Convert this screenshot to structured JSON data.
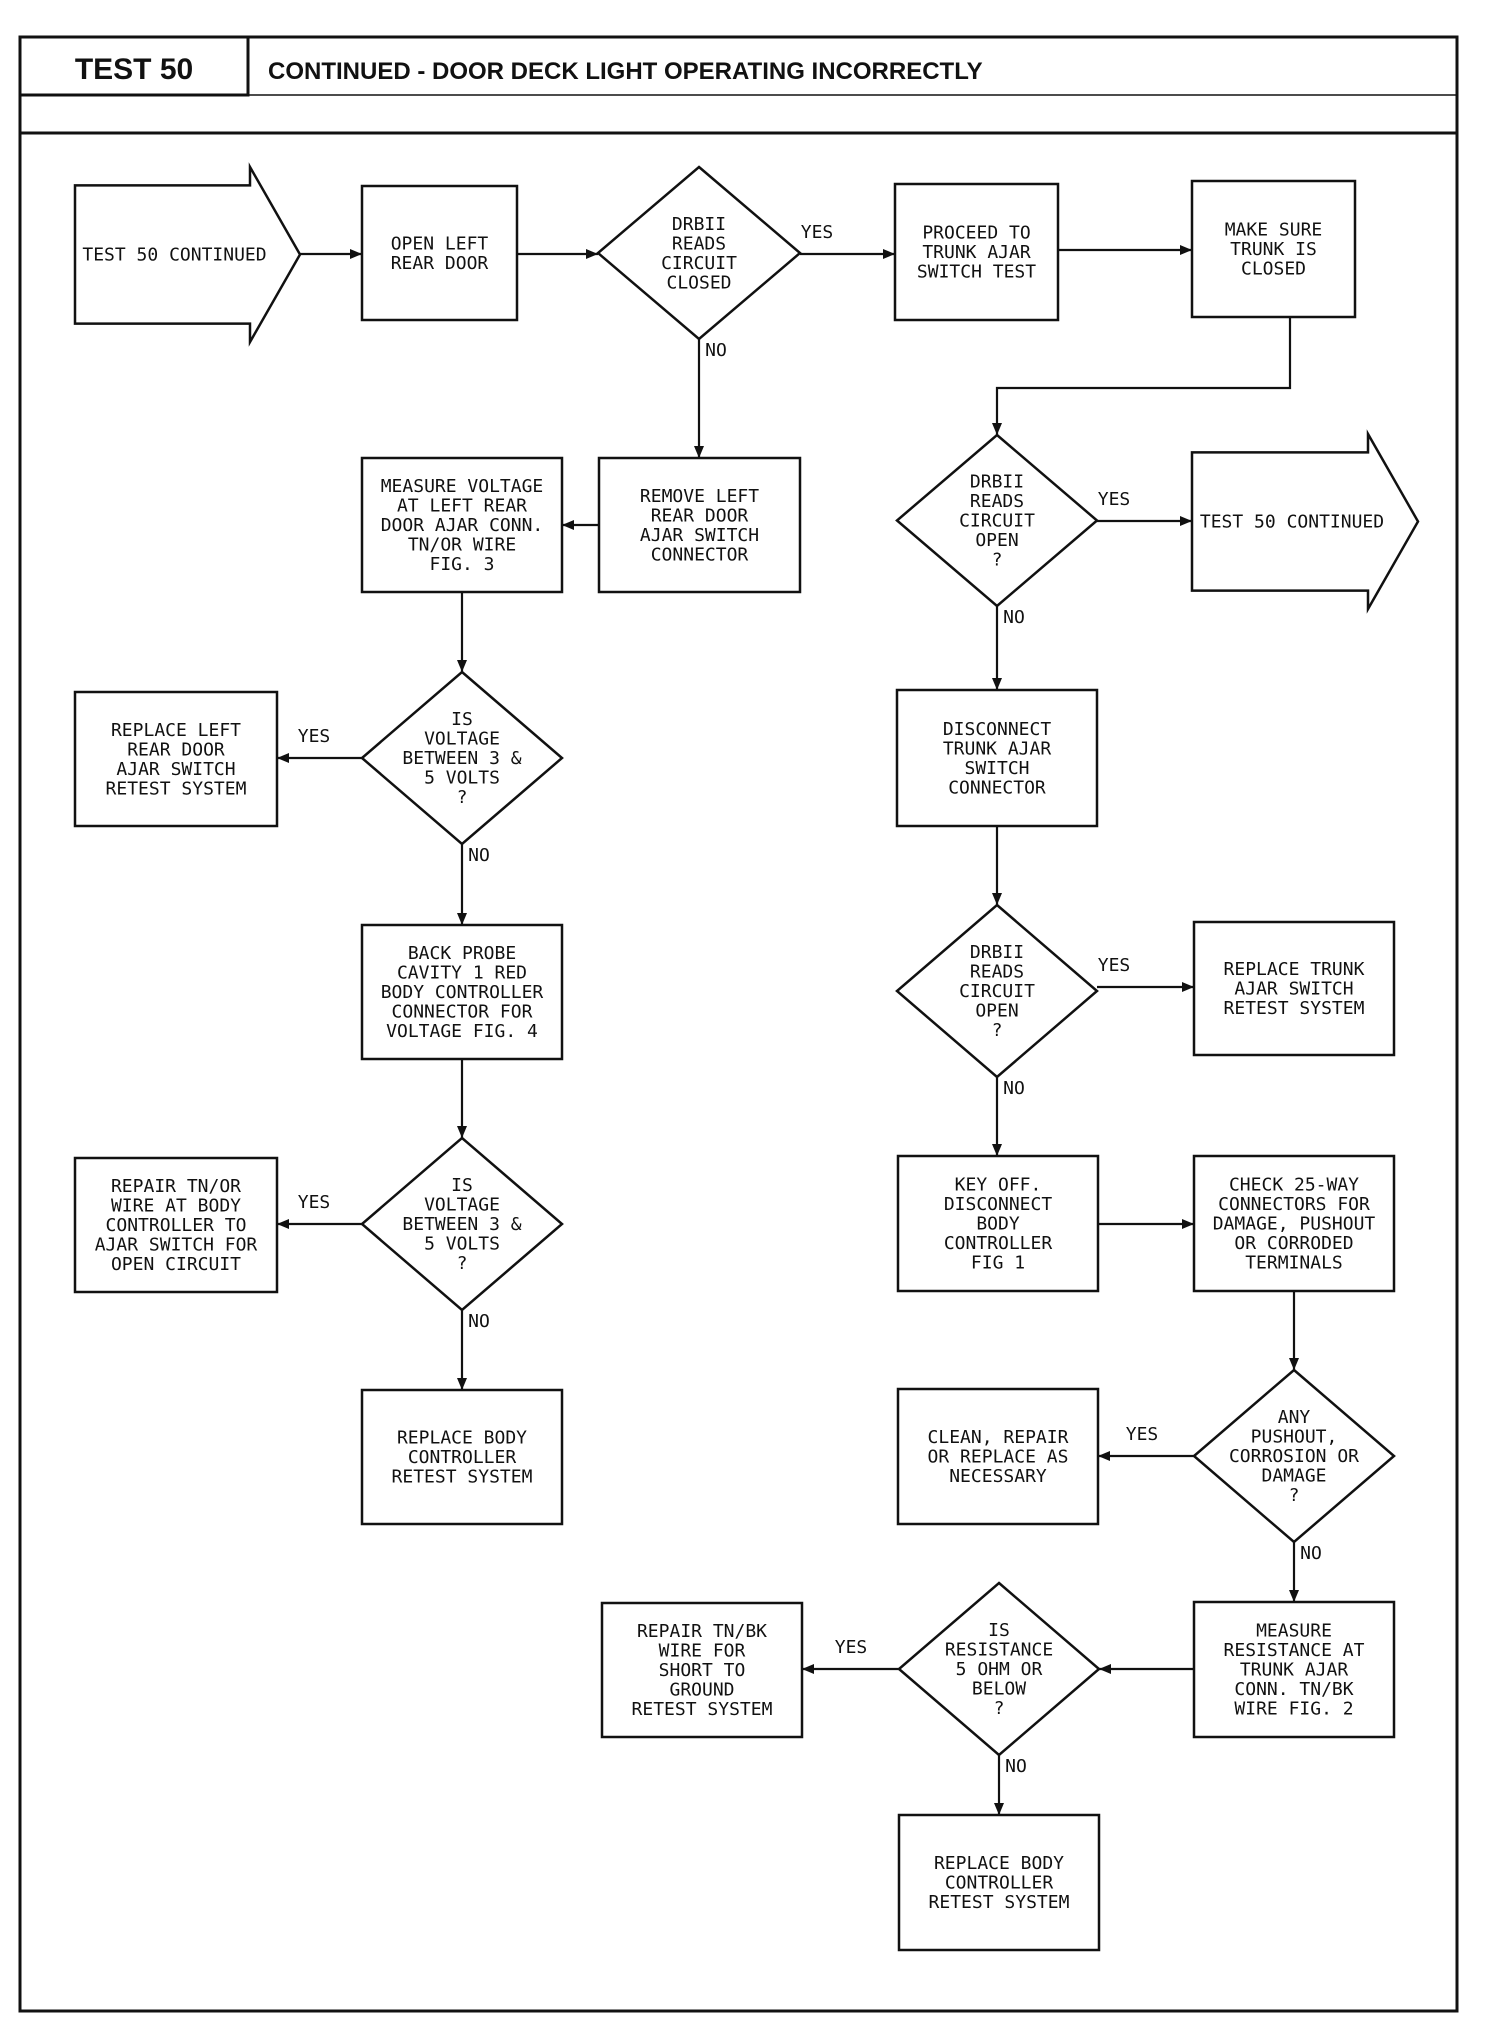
{
  "header": {
    "test_label": "TEST 50",
    "title": "CONTINUED - DOOR DECK LIGHT OPERATING INCORRECTLY"
  },
  "nodes": {
    "start_in": {
      "lines": [
        "TEST 50 CONTINUED"
      ]
    },
    "open_left_rear_door": {
      "lines": [
        "OPEN LEFT",
        "REAR DOOR"
      ]
    },
    "q_drbii_closed": {
      "lines": [
        "DRBII",
        "READS",
        "CIRCUIT",
        "CLOSED"
      ]
    },
    "proceed_trunk": {
      "lines": [
        "PROCEED TO",
        "TRUNK AJAR",
        "SWITCH TEST"
      ]
    },
    "make_sure_trunk": {
      "lines": [
        "MAKE SURE",
        "TRUNK IS",
        "CLOSED"
      ]
    },
    "remove_left_rear": {
      "lines": [
        "REMOVE LEFT",
        "REAR DOOR",
        "AJAR SWITCH",
        "CONNECTOR"
      ]
    },
    "measure_voltage": {
      "lines": [
        "MEASURE VOLTAGE",
        "AT LEFT REAR",
        "DOOR AJAR CONN.",
        "TN/OR WIRE",
        "FIG. 3"
      ]
    },
    "q_drbii_open_1": {
      "lines": [
        "DRBII",
        "READS",
        "CIRCUIT",
        "OPEN",
        "?"
      ]
    },
    "test50_out": {
      "lines": [
        "TEST 50 CONTINUED"
      ]
    },
    "replace_left_rear": {
      "lines": [
        "REPLACE LEFT",
        "REAR DOOR",
        "AJAR SWITCH",
        "RETEST SYSTEM"
      ]
    },
    "q_voltage_1": {
      "lines": [
        "IS",
        "VOLTAGE",
        "BETWEEN 3 &",
        "5 VOLTS",
        "?"
      ]
    },
    "disconnect_trunk": {
      "lines": [
        "DISCONNECT",
        "TRUNK AJAR",
        "SWITCH",
        "CONNECTOR"
      ]
    },
    "back_probe": {
      "lines": [
        "BACK PROBE",
        "CAVITY 1 RED",
        "BODY CONTROLLER",
        "CONNECTOR FOR",
        "VOLTAGE FIG. 4"
      ]
    },
    "q_drbii_open_2": {
      "lines": [
        "DRBII",
        "READS",
        "CIRCUIT",
        "OPEN",
        "?"
      ]
    },
    "replace_trunk": {
      "lines": [
        "REPLACE TRUNK",
        "AJAR SWITCH",
        "RETEST SYSTEM"
      ]
    },
    "repair_tn_or": {
      "lines": [
        "REPAIR TN/OR",
        "WIRE AT BODY",
        "CONTROLLER TO",
        "AJAR SWITCH FOR",
        "OPEN CIRCUIT"
      ]
    },
    "q_voltage_2": {
      "lines": [
        "IS",
        "VOLTAGE",
        "BETWEEN 3 &",
        "5 VOLTS",
        "?"
      ]
    },
    "key_off": {
      "lines": [
        "KEY OFF.",
        "DISCONNECT",
        "BODY",
        "CONTROLLER",
        "FIG 1"
      ]
    },
    "check_25way": {
      "lines": [
        "CHECK 25-WAY",
        "CONNECTORS FOR",
        "DAMAGE, PUSHOUT",
        "OR CORRODED",
        "TERMINALS"
      ]
    },
    "replace_body_1": {
      "lines": [
        "REPLACE BODY",
        "CONTROLLER",
        "RETEST SYSTEM"
      ]
    },
    "clean_repair": {
      "lines": [
        "CLEAN, REPAIR",
        "OR REPLACE AS",
        "NECESSARY"
      ]
    },
    "q_pushout": {
      "lines": [
        "ANY",
        "PUSHOUT,",
        "CORROSION OR",
        "DAMAGE",
        "?"
      ]
    },
    "repair_tn_bk": {
      "lines": [
        "REPAIR TN/BK",
        "WIRE FOR",
        "SHORT TO",
        "GROUND",
        "RETEST SYSTEM"
      ]
    },
    "q_resistance": {
      "lines": [
        "IS",
        "RESISTANCE",
        "5 OHM OR",
        "BELOW",
        "?"
      ]
    },
    "measure_resistance": {
      "lines": [
        "MEASURE",
        "RESISTANCE AT",
        "TRUNK AJAR",
        "CONN. TN/BK",
        "WIRE FIG. 2"
      ]
    },
    "replace_body_2": {
      "lines": [
        "REPLACE BODY",
        "CONTROLLER",
        "RETEST SYSTEM"
      ]
    }
  },
  "edges": [
    {
      "from": "start_in",
      "to": "open_left_rear_door",
      "label": ""
    },
    {
      "from": "open_left_rear_door",
      "to": "q_drbii_closed",
      "label": ""
    },
    {
      "from": "q_drbii_closed",
      "to": "proceed_trunk",
      "label": "YES"
    },
    {
      "from": "proceed_trunk",
      "to": "make_sure_trunk",
      "label": ""
    },
    {
      "from": "q_drbii_closed",
      "to": "remove_left_rear",
      "label": "NO"
    },
    {
      "from": "make_sure_trunk",
      "to": "q_drbii_open_1",
      "label": ""
    },
    {
      "from": "remove_left_rear",
      "to": "measure_voltage",
      "label": ""
    },
    {
      "from": "q_drbii_open_1",
      "to": "test50_out",
      "label": "YES"
    },
    {
      "from": "measure_voltage",
      "to": "q_voltage_1",
      "label": ""
    },
    {
      "from": "q_voltage_1",
      "to": "replace_left_rear",
      "label": "YES"
    },
    {
      "from": "q_drbii_open_1",
      "to": "disconnect_trunk",
      "label": "NO"
    },
    {
      "from": "q_voltage_1",
      "to": "back_probe",
      "label": "NO"
    },
    {
      "from": "disconnect_trunk",
      "to": "q_drbii_open_2",
      "label": ""
    },
    {
      "from": "q_drbii_open_2",
      "to": "replace_trunk",
      "label": "YES"
    },
    {
      "from": "back_probe",
      "to": "q_voltage_2",
      "label": ""
    },
    {
      "from": "q_voltage_2",
      "to": "repair_tn_or",
      "label": "YES"
    },
    {
      "from": "q_drbii_open_2",
      "to": "key_off",
      "label": "NO"
    },
    {
      "from": "key_off",
      "to": "check_25way",
      "label": ""
    },
    {
      "from": "q_voltage_2",
      "to": "replace_body_1",
      "label": "NO"
    },
    {
      "from": "check_25way",
      "to": "q_pushout",
      "label": ""
    },
    {
      "from": "q_pushout",
      "to": "clean_repair",
      "label": "YES"
    },
    {
      "from": "q_pushout",
      "to": "measure_resistance",
      "label": "NO"
    },
    {
      "from": "measure_resistance",
      "to": "q_resistance",
      "label": ""
    },
    {
      "from": "q_resistance",
      "to": "repair_tn_bk",
      "label": "YES"
    },
    {
      "from": "q_resistance",
      "to": "replace_body_2",
      "label": "NO"
    }
  ]
}
